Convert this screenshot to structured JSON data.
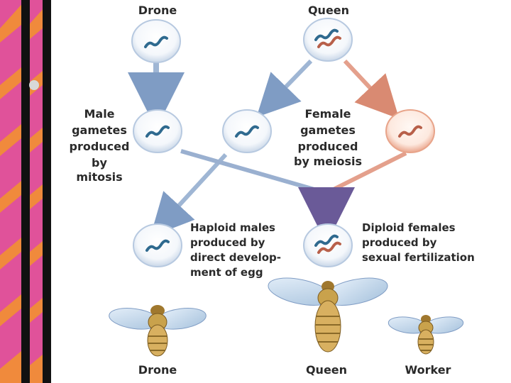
{
  "labels": {
    "drone_top": "Drone",
    "queen_top": "Queen",
    "male_gametes": [
      "Male",
      "gametes",
      "produced",
      "by",
      "mitosis"
    ],
    "female_gametes": [
      "Female",
      "gametes",
      "produced",
      "by meiosis"
    ],
    "haploid": [
      "Haploid males",
      "produced by",
      "direct develop-",
      "ment of egg"
    ],
    "diploid": [
      "Diploid females",
      "produced by",
      "sexual fertilization"
    ],
    "drone_bottom": "Drone",
    "queen_bottom": "Queen",
    "worker_bottom": "Worker"
  },
  "colors": {
    "cell_rim_blue": "#c9d7e8",
    "cell_rim_pink": "#f2b8a2",
    "chromosome_blue": "#2f6a8f",
    "chromosome_red": "#b8604a",
    "arrow_blue": "#9fb6d4",
    "arrow_pink": "#e4a08c",
    "arrow_purple": "#7a6aa8",
    "stripe_pink": "#e0529a",
    "stripe_orange": "#f08a3c",
    "bee_body": "#d8b060",
    "bee_wing": "#c8dcee"
  }
}
